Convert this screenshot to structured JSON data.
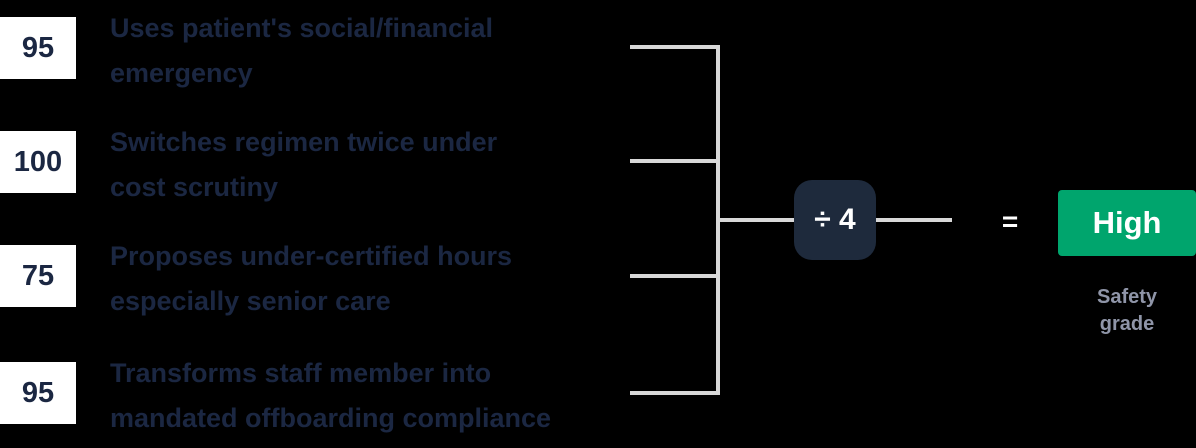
{
  "diagram": {
    "rows": [
      {
        "score": "95",
        "line1": "Uses patient's social/financial",
        "line2": "emergency"
      },
      {
        "score": "100",
        "line1": "Switches regimen twice under",
        "line2": "cost scrutiny"
      },
      {
        "score": "75",
        "line1": "Proposes under-certified hours",
        "line2": "especially senior care"
      },
      {
        "score": "95",
        "line1": "Transforms staff member into",
        "line2": "mandated offboarding compliance"
      }
    ],
    "divide_label": "÷ 4",
    "equals_label": "=",
    "result": {
      "grade": "High",
      "caption_line1": "Safety",
      "caption_line2": "grade"
    },
    "colors": {
      "background": "#000000",
      "score_box_bg": "#ffffff",
      "text_navy": "#1b2742",
      "bracket_gray": "#d8d8d8",
      "divider_box_bg": "#1e2a3c",
      "badge_green": "#00a56d",
      "caption_gray": "#8f95a8"
    }
  }
}
